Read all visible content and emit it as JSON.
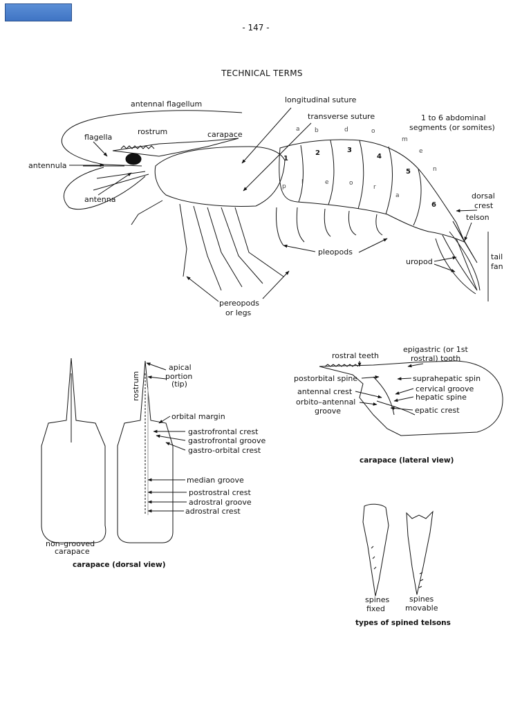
{
  "page_number": "- 147 -",
  "title": "TECHNICAL TERMS",
  "shrimp": {
    "labels": {
      "antennal_flagellum": "antennal flagellum",
      "longitudinal_suture": "longitudinal suture",
      "transverse_suture": "transverse suture",
      "abdominal_segments_1": "1 to 6 abdominal",
      "abdominal_segments_2": "segments (or somites)",
      "flagella": "flagella",
      "rostrum": "rostrum",
      "carapace": "carapace",
      "antennula": "antennula",
      "antenna": "antenna",
      "dorsal": "dorsal",
      "crest": "crest",
      "telson": "telson",
      "pleopods": "pleopods",
      "uropod": "uropod",
      "tail": "tail",
      "fan": "fan",
      "pereopods": "pereopods",
      "or_legs": "or legs"
    },
    "segment_numbers": [
      "1",
      "2",
      "3",
      "4",
      "5",
      "6"
    ],
    "abdomen_letters": [
      "a",
      "b",
      "d",
      "o",
      "m",
      "e",
      "n"
    ],
    "pleon_letters": [
      "p",
      "l",
      "e",
      "o",
      "r",
      "a"
    ]
  },
  "dorsal": {
    "rostrum": "rostrum",
    "apical_1": "apical",
    "apical_2": "portion",
    "apical_3": "(tip)",
    "orbital_margin": "orbital margin",
    "gastrofrontal_crest": "gastrofrontal crest",
    "gastrofrontal_groove": "gastrofrontal groove",
    "gastro_orbital_crest": "gastro-orbital crest",
    "median_groove": "median groove",
    "postrostral_crest": "postrostral crest",
    "adrostral_groove": "adrostral groove",
    "adrostral_crest": "adrostral crest",
    "non_grooved_1": "non–grooved",
    "non_grooved_2": "carapace",
    "caption": "carapace (dorsal view)"
  },
  "lateral": {
    "rostral_teeth": "rostral teeth",
    "epigastric_1": "epigastric (or 1st",
    "epigastric_2": "rostral) tooth",
    "postorbital_spine": "postorbital spine",
    "suprahepatic_spin": "suprahepatic  spin",
    "antennal_crest": "antennal crest",
    "cervical_groove": "cervical groove",
    "hepatic_spine": "hepatic spine",
    "orbito_antennal_1": "orbito–antennal",
    "orbito_antennal_2": "groove",
    "epatic_crest": "epatic crest",
    "caption": "carapace (lateral view)"
  },
  "telsons": {
    "fixed_1": "spines",
    "fixed_2": "fixed",
    "movable_1": "spines",
    "movable_2": "movable",
    "caption": "types of spined telsons"
  }
}
